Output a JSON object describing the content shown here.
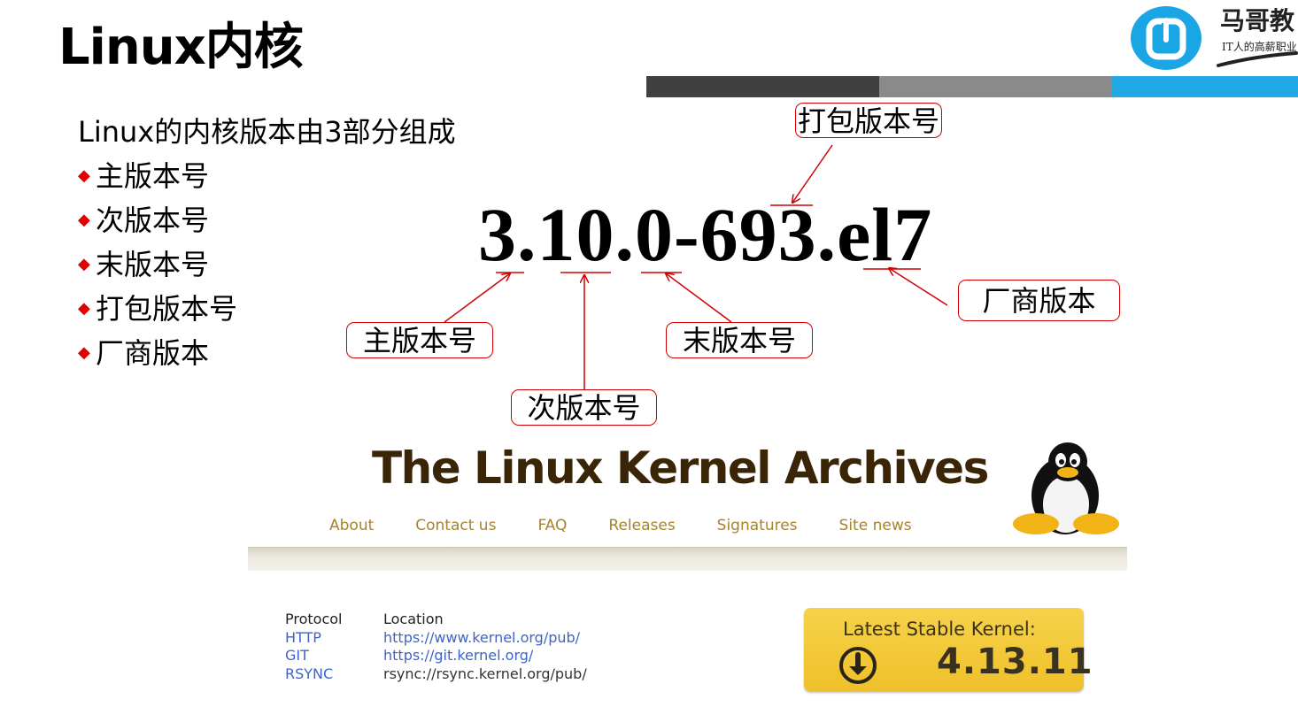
{
  "slide": {
    "title": "Linux内核"
  },
  "brand": {
    "name": "马哥教",
    "slogan": "IT人的高薪职业",
    "color": "#1aa6e4"
  },
  "intro": "Linux的内核版本由3部分组成",
  "bullet_symbol": "◆",
  "list": [
    "主版本号",
    "次版本号",
    "末版本号",
    "打包版本号",
    "厂商版本"
  ],
  "version_string": "3.10.0-693.el7",
  "callouts": {
    "major": "主版本号",
    "minor": "次版本号",
    "patch": "末版本号",
    "package": "打包版本号",
    "vendor": "厂商版本"
  },
  "colors": {
    "accent_red": "#e00000",
    "stripe": [
      "#404040",
      "#8a8a8a",
      "#23a8e6"
    ]
  },
  "kernel_archives": {
    "title": "The Linux Kernel Archives",
    "nav": [
      "About",
      "Contact us",
      "FAQ",
      "Releases",
      "Signatures",
      "Site news"
    ],
    "protocol_header": "Protocol",
    "location_header": "Location",
    "protocols": [
      {
        "name": "HTTP",
        "location": "https://www.kernel.org/pub/"
      },
      {
        "name": "GIT",
        "location": "https://git.kernel.org/"
      },
      {
        "name": "RSYNC",
        "location": "rsync://rsync.kernel.org/pub/"
      }
    ],
    "stable_label": "Latest Stable Kernel:",
    "stable_version": "4.13.11",
    "download_icon": "download-arrow-icon",
    "mascot": "tux-penguin"
  }
}
